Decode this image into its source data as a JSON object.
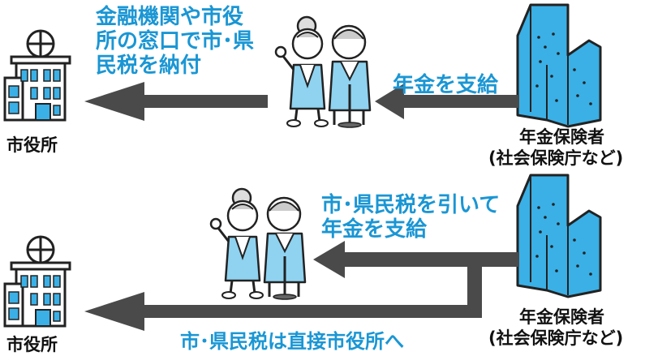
{
  "top": {
    "city_office": "市役所",
    "pay_note": [
      "金融機関や市役",
      "所の窓口で市･県",
      "民税を納付"
    ],
    "pension_paid": "年金を支給",
    "insurer": [
      "年金保険者",
      "(社会保険庁など)"
    ]
  },
  "bottom": {
    "deduct_note": [
      "市･県民税を引いて",
      "年金を支給"
    ],
    "insurer": [
      "年金保険者",
      "(社会保険庁など)"
    ],
    "direct_note": "市･県民税は直接市役所へ",
    "city_office": "市役所"
  },
  "colors": {
    "accent_text": "#1a96d4",
    "arrow": "#4a4a4a",
    "building_fill": "#3ab0e6",
    "clothing": "#8fd3f0"
  }
}
